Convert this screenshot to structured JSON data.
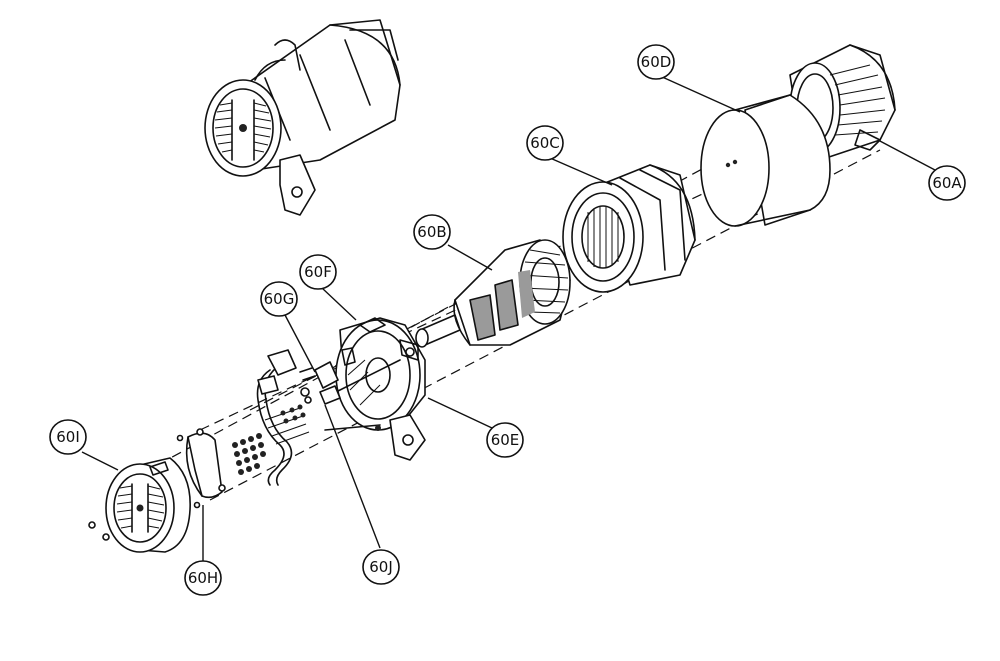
{
  "labels": {
    "a": "60A",
    "b": "60B",
    "c": "60C",
    "d": "60D",
    "e": "60E",
    "f": "60F",
    "g": "60G",
    "h": "60H",
    "i": "60I",
    "j": "60J"
  },
  "colors": {
    "line": "#111111",
    "background": "#ffffff",
    "shade": "#9a9a9a"
  }
}
